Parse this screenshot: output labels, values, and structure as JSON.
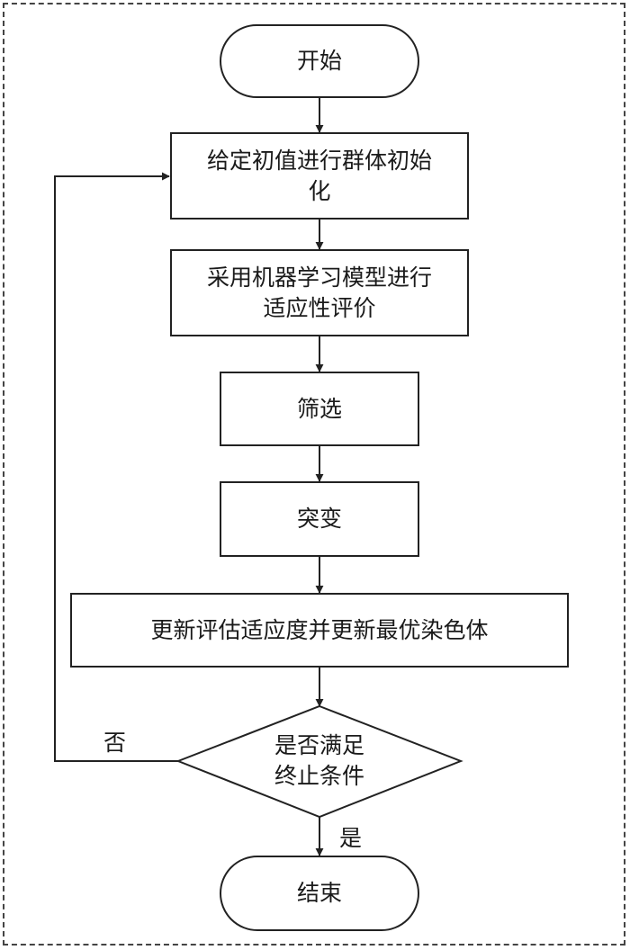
{
  "flowchart": {
    "start": "开始",
    "init": "给定初值进行群体初始化",
    "evaluate": "采用机器学习模型进行适应性评价",
    "select": "筛选",
    "mutate": "突变",
    "update": "更新评估适应度并更新最优染色体",
    "decision": "是否满足终止条件",
    "no_label": "否",
    "yes_label": "是",
    "end": "结束"
  }
}
